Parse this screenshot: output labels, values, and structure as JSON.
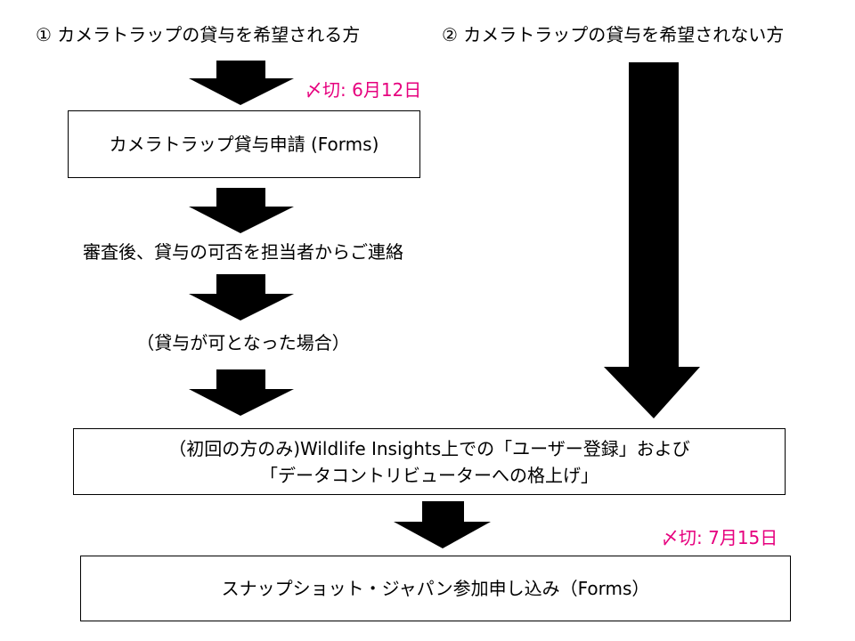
{
  "flow": {
    "heading_left": "① カメラトラップの貸与を希望される方",
    "heading_right": "② カメラトラップの貸与を希望されない方",
    "deadline_1": "〆切: 6月12日",
    "deadline_2": "〆切: 7月15日",
    "step_apply": "カメラトラップ貸与申請 (Forms)",
    "step_review": "審査後、貸与の可否を担当者からご連絡",
    "step_condition": "（貸与が可となった場合）",
    "step_register_line1": "（初回の方のみ)Wildlife Insights上での「ユーザー登録」および",
    "step_register_line2": "「データコントリビューターへの格上げ」",
    "step_join": "スナップショット・ジャパン参加申し込み（Forms）"
  },
  "colors": {
    "deadline": "#e6007e",
    "arrow": "#000000",
    "border": "#000000"
  }
}
